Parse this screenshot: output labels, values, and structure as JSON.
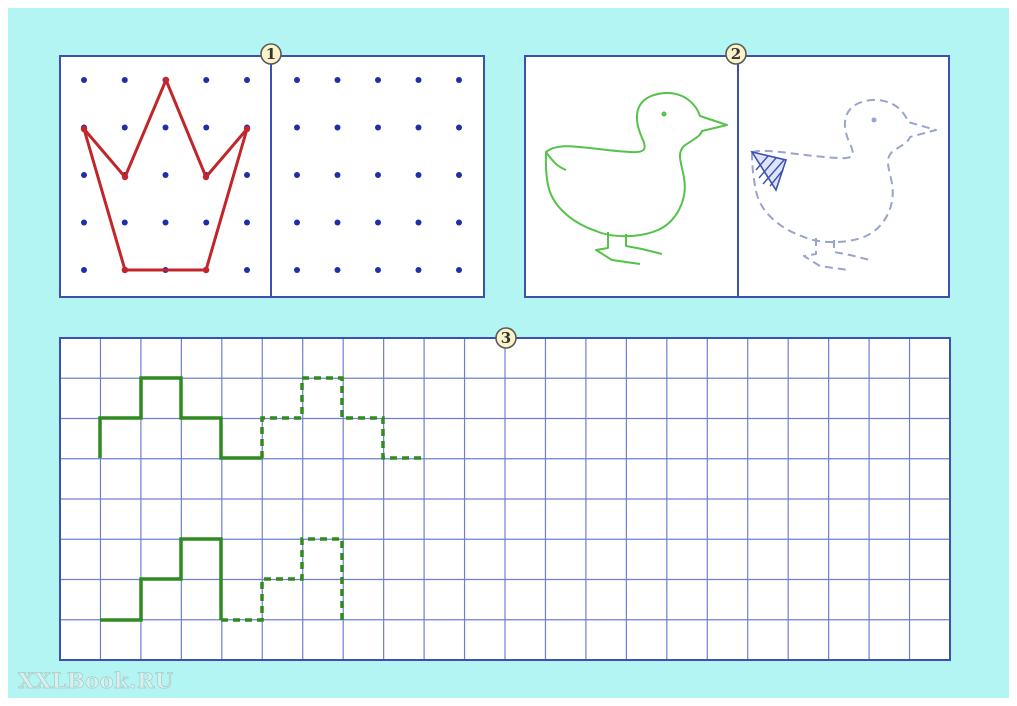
{
  "exercises": [
    {
      "number": "1"
    },
    {
      "number": "2"
    },
    {
      "number": "3"
    }
  ],
  "watermark": "XXLBook.RU",
  "colors": {
    "background": "#b2f5f3",
    "panel_border": "#3b50b0",
    "grid_line": "#6e7fd0",
    "dot": "#1f2fa8",
    "crown": "#c0262a",
    "duck_solid": "#55c24a",
    "duck_dashed": "#9aa4cc",
    "staircase": "#2f8a1f",
    "badge_fill": "#fbf3c8",
    "badge_stroke": "#5a5a5a"
  },
  "icons": {
    "exercise1": "crown-shape on dot grid",
    "exercise2": "duck outline",
    "exercise3": "staircase pattern"
  }
}
